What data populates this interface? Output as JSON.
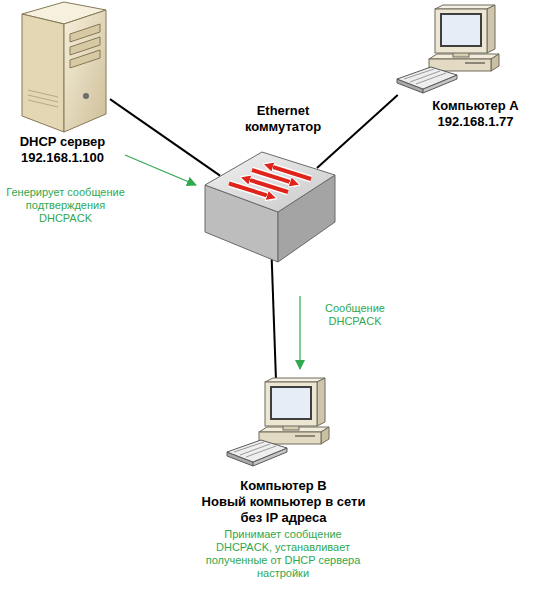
{
  "diagram": {
    "nodes": [
      {
        "text": [
          "DHCP сервер",
          "192.168.1.100"
        ]
      },
      {
        "text": [
          "Ethernet коммутатор"
        ]
      },
      {
        "text": [
          "Компьютер А",
          "192.168.1.77"
        ]
      },
      {
        "text": [
          "Компьютер В",
          "Новый компьютер в сети без IP адреса"
        ]
      }
    ],
    "edges": [
      {
        "from": 0,
        "to": 1,
        "arrow": "none"
      },
      {
        "from": 1,
        "to": 2,
        "arrow": "none"
      },
      {
        "from": 1,
        "to": 3,
        "arrow": "none"
      }
    ],
    "labels": [
      "Генерирует сообщение подтверждения DHCPACK",
      "Сообщение DHCPACK",
      "Принимает сообщение DHCPACK, устанавливает полученные от DHCP сервера настройки"
    ]
  }
}
